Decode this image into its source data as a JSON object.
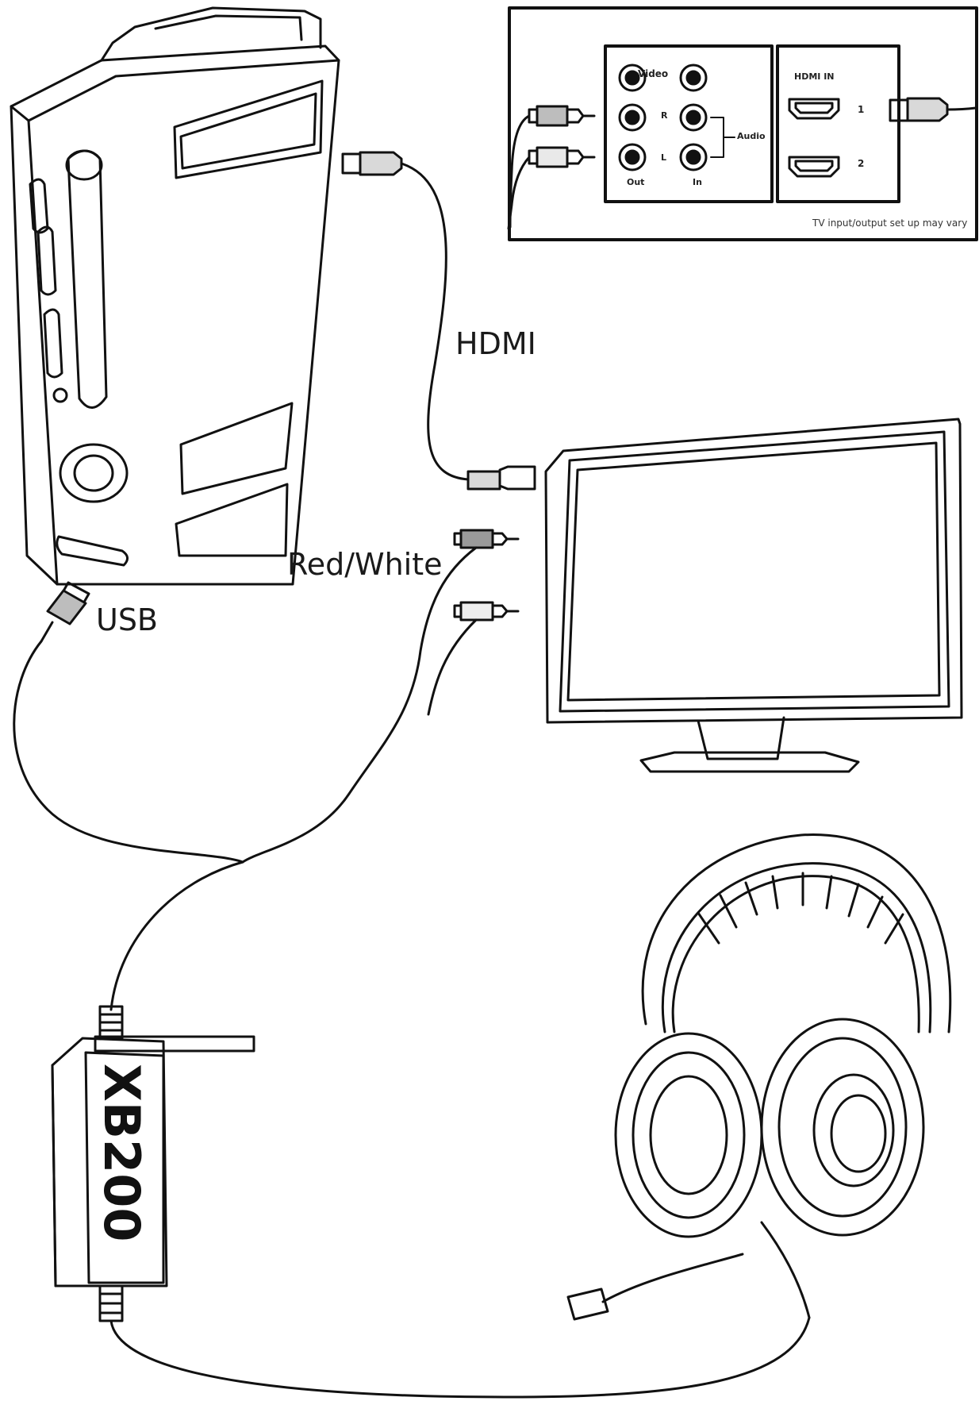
{
  "labels": {
    "hdmi": "HDMI",
    "red_white": "Red/White",
    "usb": "USB"
  },
  "inset": {
    "video": "Video",
    "right": "R",
    "left": "L",
    "out": "Out",
    "in": "In",
    "audio": "Audio",
    "hdmi_in": "HDMI IN",
    "port_1": "1",
    "port_2": "2",
    "note": "TV input/output set up may vary"
  },
  "devices": {
    "console": "game-console-illustration",
    "tv": "tv-monitor-illustration",
    "amp": "inline-amp-controller-illustration",
    "headset": "headset-illustration"
  },
  "amp_logo": "XB200",
  "colors": {
    "line": "#111111",
    "background": "#ffffff",
    "plug_fill": "#d9d9d9"
  }
}
